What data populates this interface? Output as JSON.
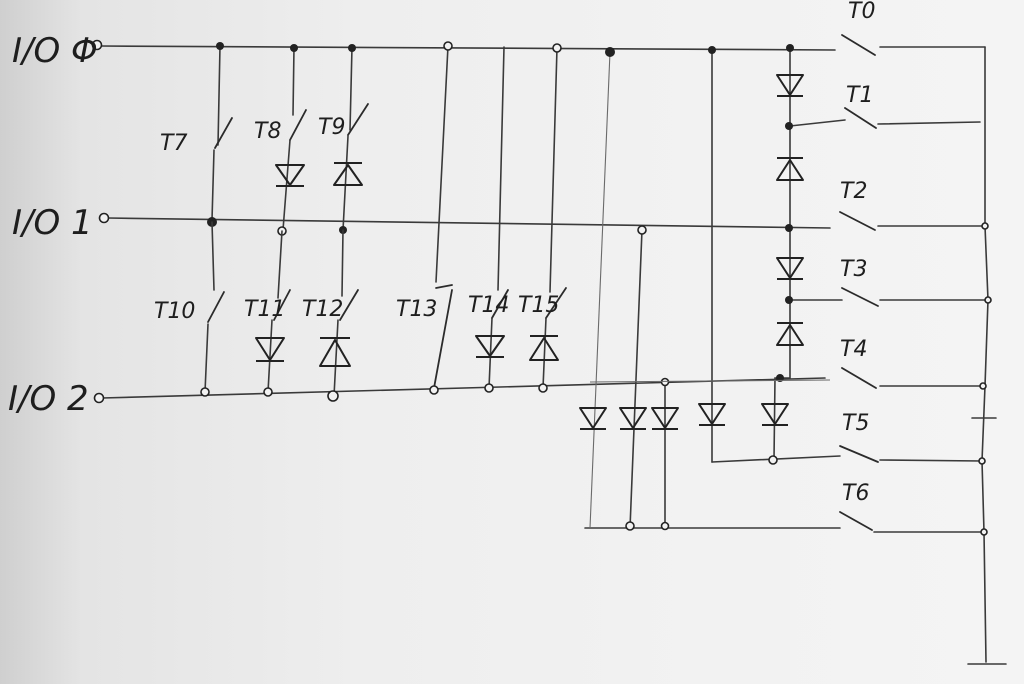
{
  "io_labels": [
    "I/O Φ",
    "I/O 1",
    "I/O 2"
  ],
  "switch_labels": [
    "T0",
    "T1",
    "T2",
    "T3",
    "T4",
    "T5",
    "T6",
    "T7",
    "T8",
    "T9",
    "T10",
    "T11",
    "T12",
    "T13",
    "T14",
    "T15"
  ]
}
